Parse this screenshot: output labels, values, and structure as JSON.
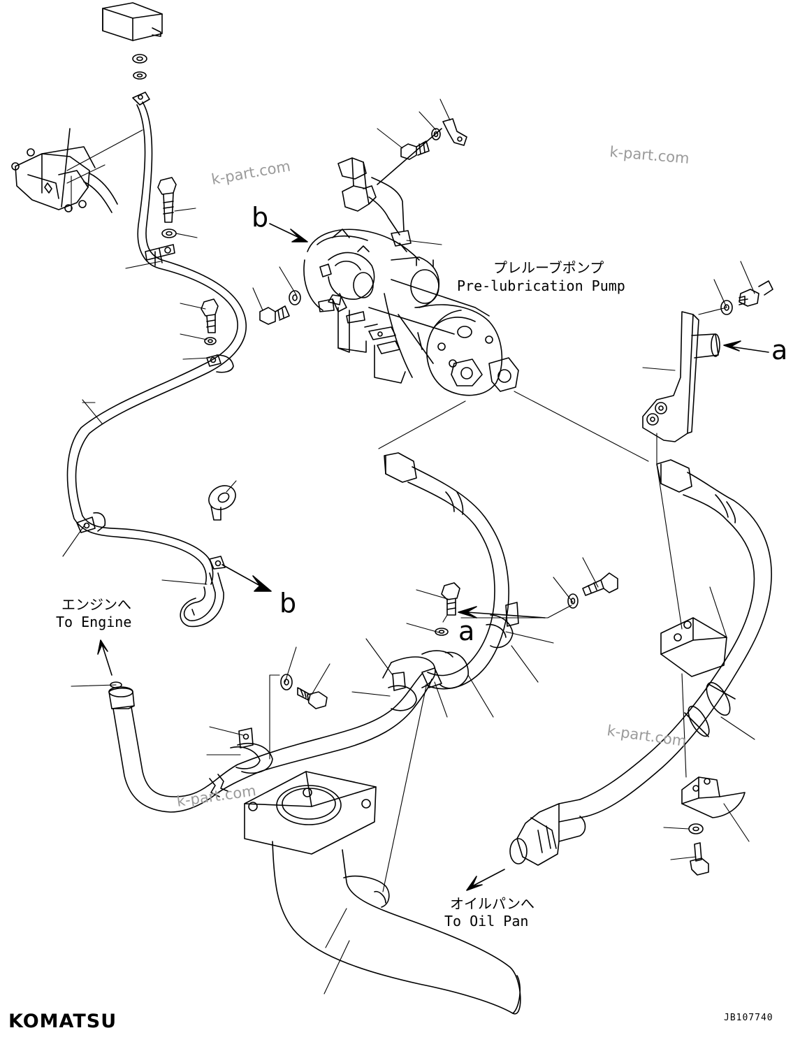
{
  "labels": {
    "pump_jp": "プレルーブポンプ",
    "pump_en": "Pre-lubrication Pump",
    "engine_jp": "エンジンへ",
    "engine_en": "To Engine",
    "oilpan_jp": "オイルパンへ",
    "oilpan_en": "To Oil Pan"
  },
  "callouts": {
    "a_right": "a",
    "a_center": "a",
    "b_top": "b",
    "b_bottom": "b"
  },
  "watermarks": [
    "k-part.com",
    "k-part.com",
    "k-part.com",
    "k-part.com"
  ],
  "brand": "KOMATSU",
  "drawing_code": "JB107740"
}
